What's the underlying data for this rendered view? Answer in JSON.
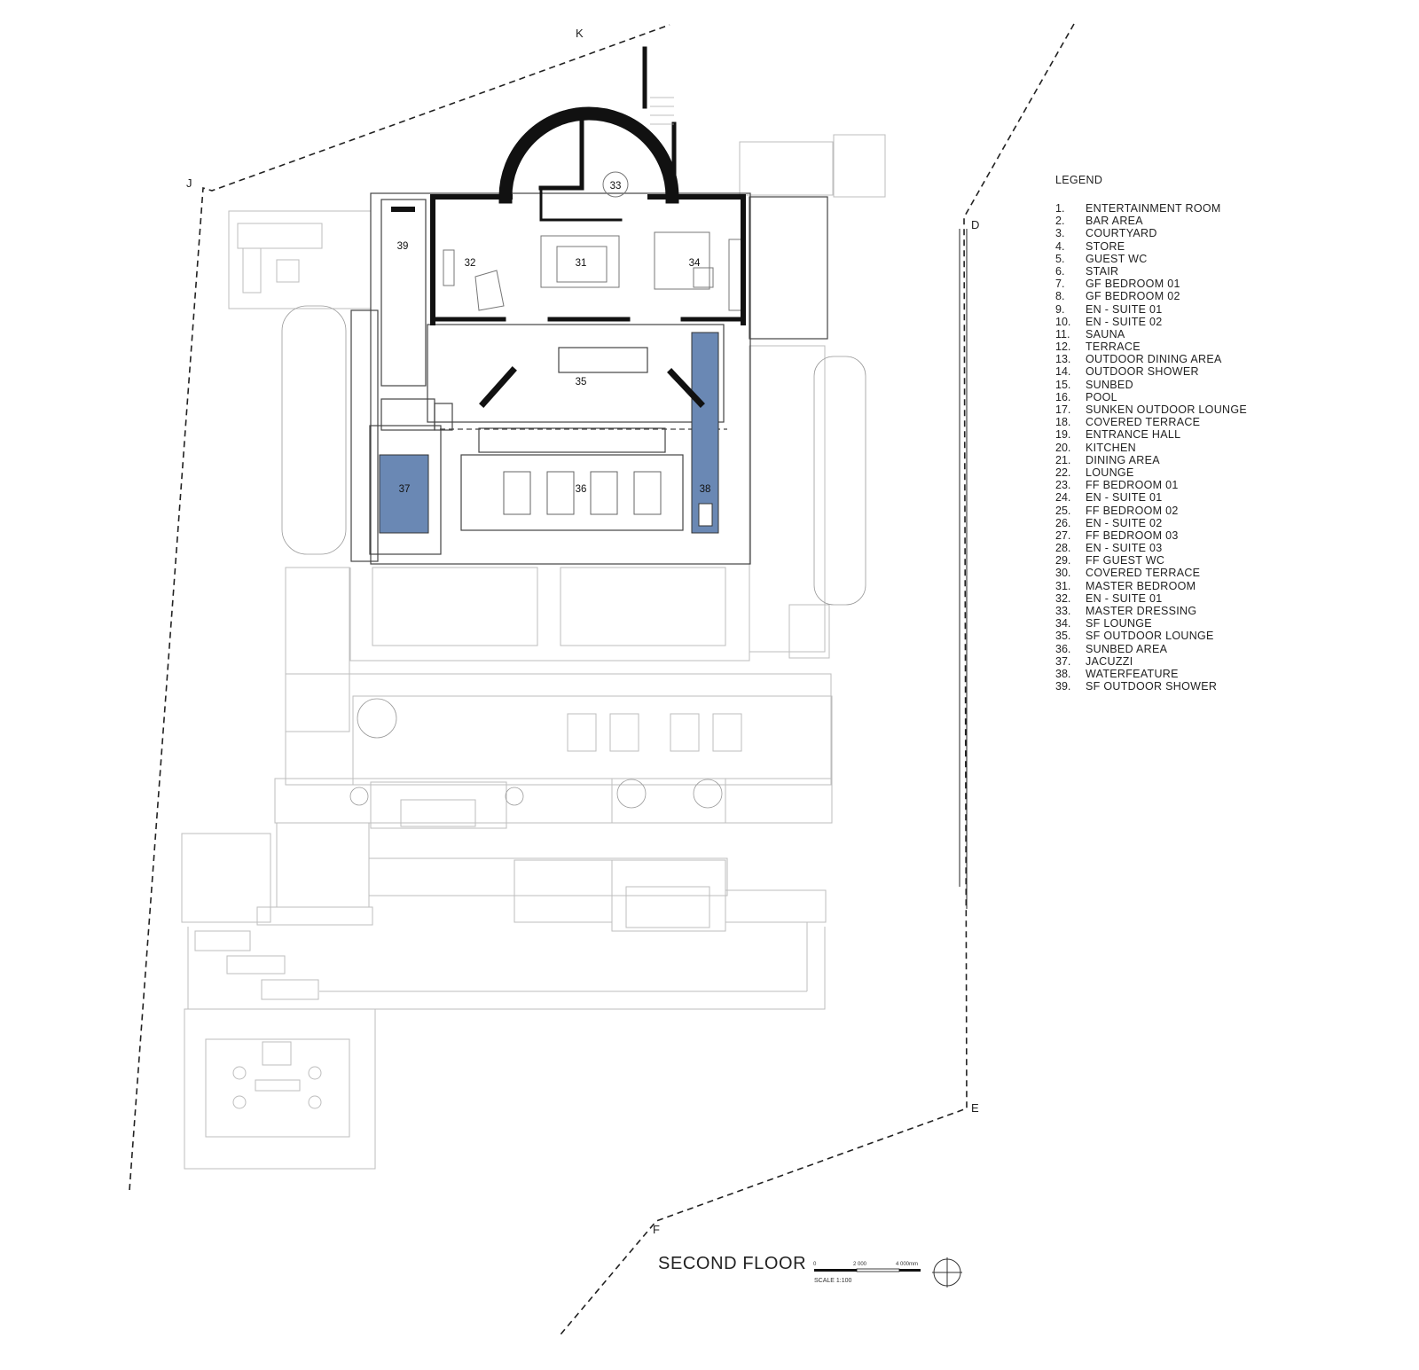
{
  "legend": {
    "title": "LEGEND",
    "items": [
      {
        "num": "1.",
        "label": "ENTERTAINMENT ROOM"
      },
      {
        "num": "2.",
        "label": "BAR AREA"
      },
      {
        "num": "3.",
        "label": "COURTYARD"
      },
      {
        "num": "4.",
        "label": "STORE"
      },
      {
        "num": "5.",
        "label": "GUEST WC"
      },
      {
        "num": "6.",
        "label": "STAIR"
      },
      {
        "num": "7.",
        "label": "GF BEDROOM 01"
      },
      {
        "num": "8.",
        "label": "GF BEDROOM 02"
      },
      {
        "num": "9.",
        "label": "EN - SUITE 01"
      },
      {
        "num": "10.",
        "label": "EN - SUITE 02"
      },
      {
        "num": "11.",
        "label": "SAUNA"
      },
      {
        "num": "12.",
        "label": "TERRACE"
      },
      {
        "num": "13.",
        "label": "OUTDOOR DINING AREA"
      },
      {
        "num": "14.",
        "label": "OUTDOOR SHOWER"
      },
      {
        "num": "15.",
        "label": "SUNBED"
      },
      {
        "num": "16.",
        "label": "POOL"
      },
      {
        "num": "17.",
        "label": "SUNKEN OUTDOOR LOUNGE"
      },
      {
        "num": "18.",
        "label": "COVERED TERRACE"
      },
      {
        "num": "19.",
        "label": "ENTRANCE HALL"
      },
      {
        "num": "20.",
        "label": "KITCHEN"
      },
      {
        "num": "21.",
        "label": "DINING AREA"
      },
      {
        "num": "22.",
        "label": "LOUNGE"
      },
      {
        "num": "23.",
        "label": "FF BEDROOM 01"
      },
      {
        "num": "24.",
        "label": "EN - SUITE 01"
      },
      {
        "num": "25.",
        "label": "FF BEDROOM 02"
      },
      {
        "num": "26.",
        "label": "EN - SUITE 02"
      },
      {
        "num": "27.",
        "label": "FF BEDROOM 03"
      },
      {
        "num": "28.",
        "label": "EN - SUITE 03"
      },
      {
        "num": "29.",
        "label": "FF GUEST WC"
      },
      {
        "num": "30.",
        "label": "COVERED TERRACE"
      },
      {
        "num": "31.",
        "label": "MASTER BEDROOM"
      },
      {
        "num": "32.",
        "label": "EN - SUITE 01"
      },
      {
        "num": "33.",
        "label": "MASTER DRESSING"
      },
      {
        "num": "34.",
        "label": "SF LOUNGE"
      },
      {
        "num": "35.",
        "label": "SF OUTDOOR LOUNGE"
      },
      {
        "num": "36.",
        "label": "SUNBED AREA"
      },
      {
        "num": "37.",
        "label": "JACUZZI"
      },
      {
        "num": "38.",
        "label": "WATERFEATURE"
      },
      {
        "num": "39.",
        "label": "SF OUTDOOR SHOWER"
      }
    ]
  },
  "title": "SECOND FLOOR",
  "boundary_points": {
    "j": "J",
    "k": "K",
    "d": "D",
    "e": "E",
    "f": "F"
  },
  "room_labels": {
    "r31": "31",
    "r32": "32",
    "r33": "33",
    "r34": "34",
    "r35": "35",
    "r36": "36",
    "r37": "37",
    "r38": "38",
    "r39": "39"
  },
  "scale": {
    "tick0": "0",
    "tick1": "2 000",
    "tick2": "4 000mm",
    "label": "SCALE 1:100"
  },
  "colors": {
    "water": "#6a88b4",
    "wall": "#111111",
    "thin": "#bdbdbd"
  }
}
